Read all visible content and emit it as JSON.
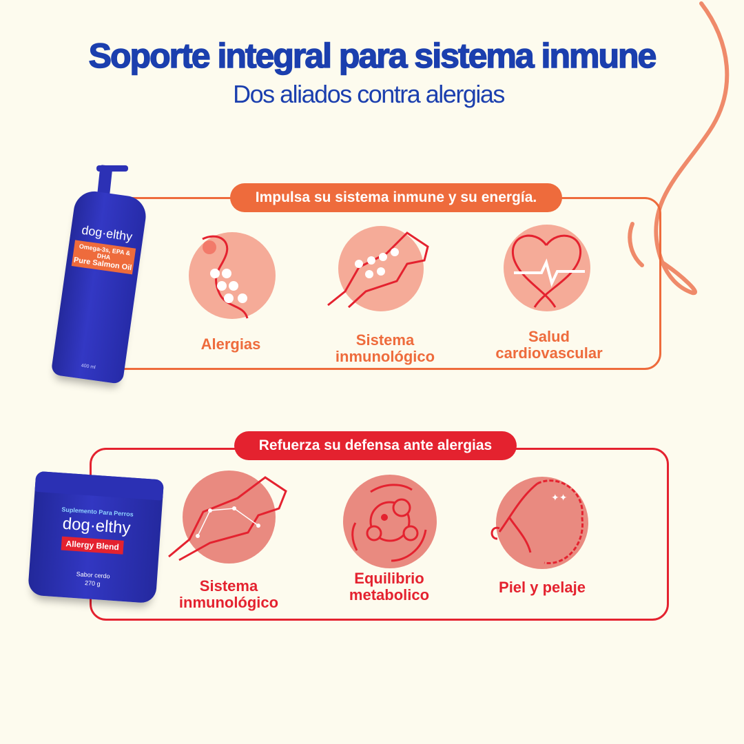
{
  "header": {
    "title": "Soporte integral para  sistema inmune",
    "subtitle": "Dos aliados contra alergias"
  },
  "colors": {
    "background": "#fdfbee",
    "title": "#1b3fae",
    "orange": "#ee6b3c",
    "red": "#e4222f",
    "pink_light": "#f5ab98",
    "pink_dark": "#e98a80"
  },
  "section1": {
    "heading": "Impulsa su sistema inmune y su energía.",
    "items": [
      {
        "icon": "paw-icon",
        "label1": "Alergias",
        "label2": ""
      },
      {
        "icon": "dog-jumping-icon",
        "label1": "Sistema",
        "label2": "inmunológico"
      },
      {
        "icon": "heart-pulse-icon",
        "label1": "Salud",
        "label2": "cardiovascular"
      }
    ]
  },
  "section2": {
    "heading": "Refuerza su defensa ante alergias",
    "items": [
      {
        "icon": "dog-constellation-icon",
        "label1": "Sistema",
        "label2": "inmunológico"
      },
      {
        "icon": "metabolism-cycle-icon",
        "label1": "Equilibrio",
        "label2": "metabolico"
      },
      {
        "icon": "poodle-icon",
        "label1": "Piel y pelaje",
        "label2": ""
      }
    ]
  },
  "product1": {
    "brand": "dog·elthy",
    "line1": "Omega-3s, EPA & DHA",
    "line2": "Pure Salmon Oil",
    "volume": "400 ml"
  },
  "product2": {
    "top": "Suplemento Para Perros",
    "brand": "dog·elthy",
    "name": "Allergy Blend",
    "flavor": "Sabor cerdo",
    "weight": "270 g"
  }
}
